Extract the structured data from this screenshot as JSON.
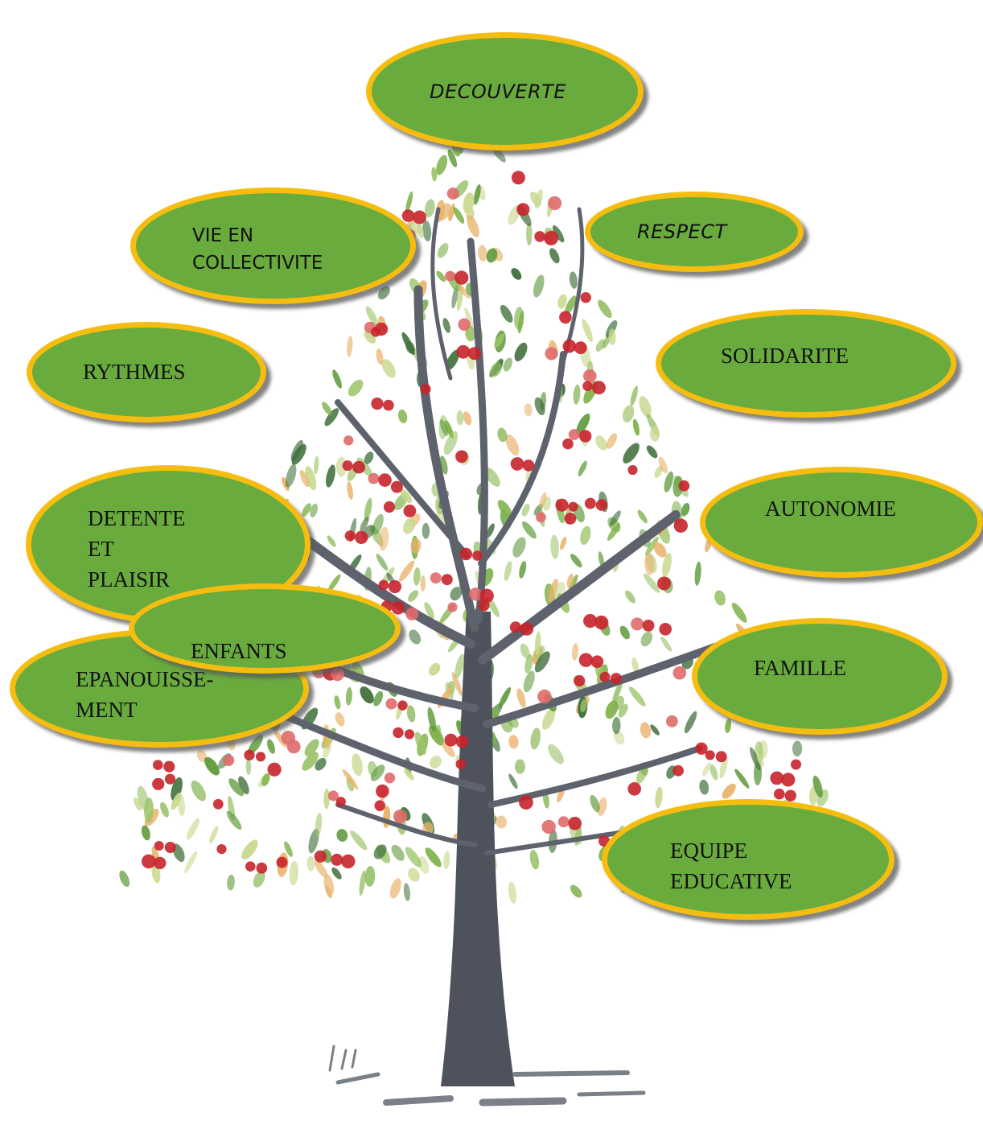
{
  "values": {
    "decouverte": "DECOUVERTE",
    "vie_en_collectivite": [
      "VIE EN",
      "COLLECTIVITE"
    ],
    "respect": "RESPECT",
    "rythmes": "RYTHMES",
    "solidarite": "SOLIDARITE",
    "detente_et_plaisir": [
      "DETENTE",
      "ET",
      "PLAISIR"
    ],
    "autonomie": "AUTONOMIE",
    "epanouissement": [
      "EPANOUISSE-",
      "MENT"
    ],
    "famille": "FAMILLE",
    "enfants": "ENFANTS",
    "equipe_educative": [
      "EQUIPE",
      "EDUCATIVE"
    ]
  },
  "colors": {
    "bubble_fill": "#6aab3e",
    "bubble_border": "#f6bd11",
    "trunk": "#4e525c",
    "leaf_green": "#7fb24a",
    "leaf_orange": "#e9b26a",
    "cherry_red": "#c8232b"
  }
}
